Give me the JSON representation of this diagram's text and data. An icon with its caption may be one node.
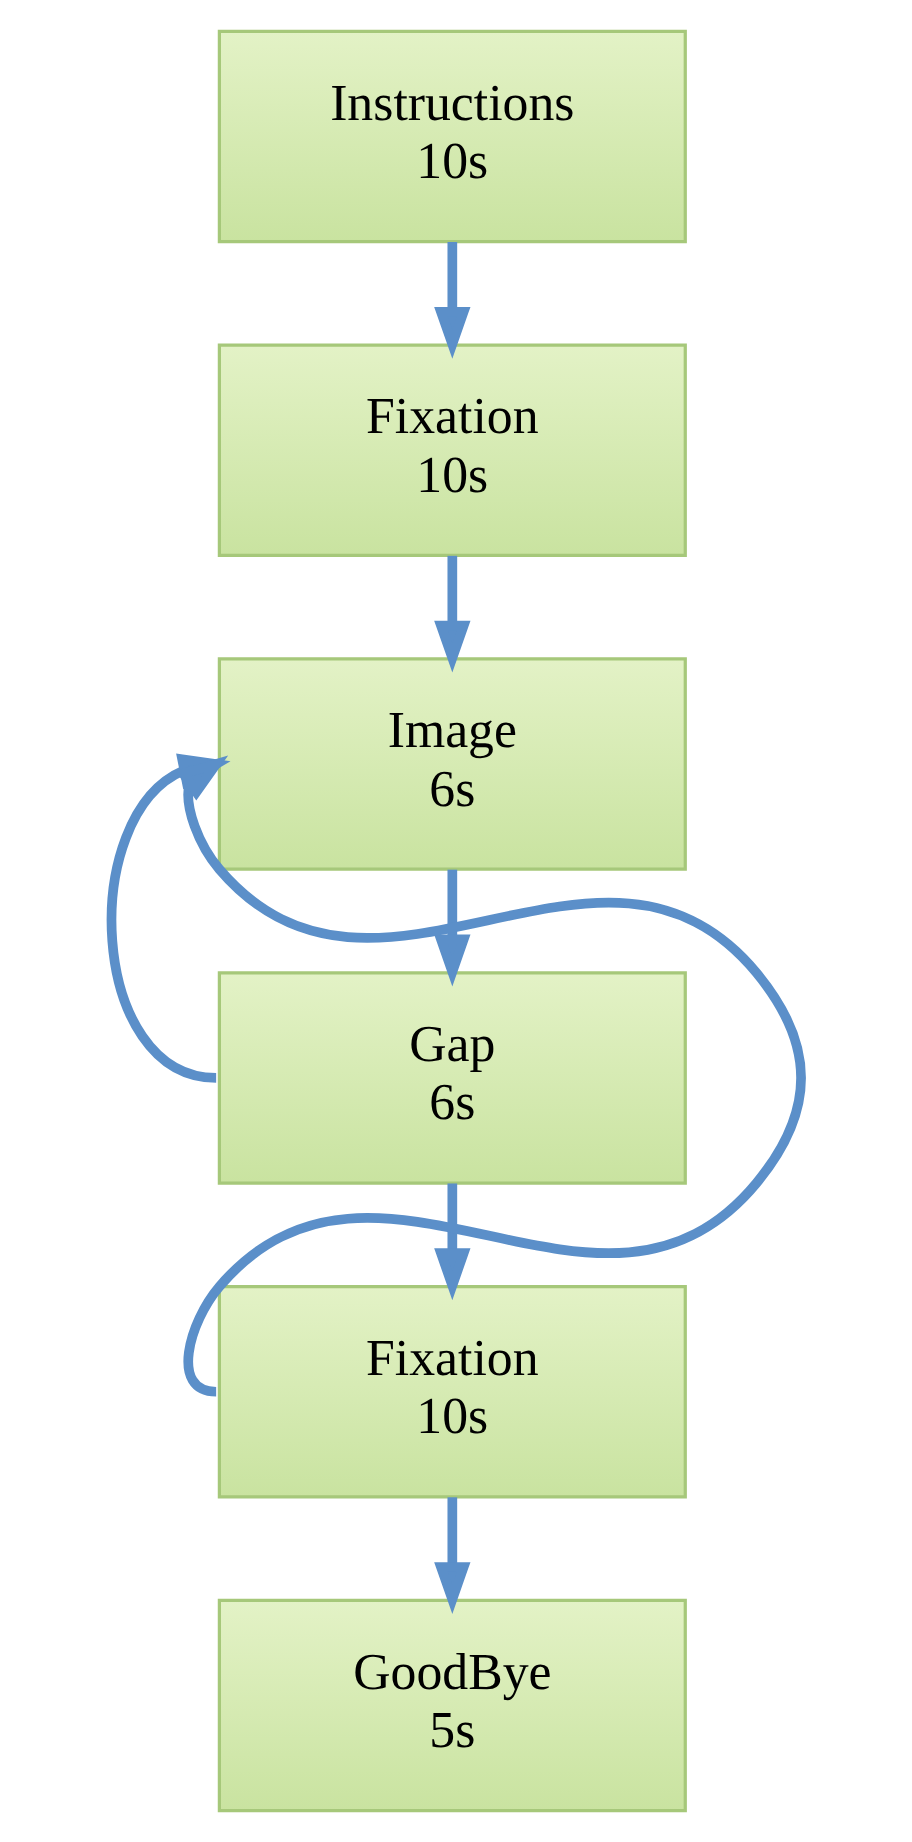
{
  "diagram": {
    "nodes": [
      {
        "text": [
          "Instructions",
          "10s"
        ]
      },
      {
        "text": [
          "Fixation",
          "10s"
        ]
      },
      {
        "text": [
          "Image",
          "6s"
        ]
      },
      {
        "text": [
          "Gap",
          "6s"
        ]
      },
      {
        "text": [
          "Fixation",
          "10s"
        ]
      },
      {
        "text": [
          "GoodBye",
          "5s"
        ]
      }
    ],
    "edges": [
      {
        "from": 0,
        "to": 1,
        "arrow": "to"
      },
      {
        "from": 1,
        "to": 2,
        "arrow": "to"
      },
      {
        "from": 2,
        "to": 3,
        "arrow": "to"
      },
      {
        "from": 3,
        "to": 4,
        "arrow": "to"
      },
      {
        "from": 3,
        "to": 2,
        "arrow": "to"
      },
      {
        "from": 4,
        "to": 5,
        "arrow": "to"
      },
      {
        "from": 4,
        "to": 2,
        "arrow": "to"
      }
    ]
  }
}
